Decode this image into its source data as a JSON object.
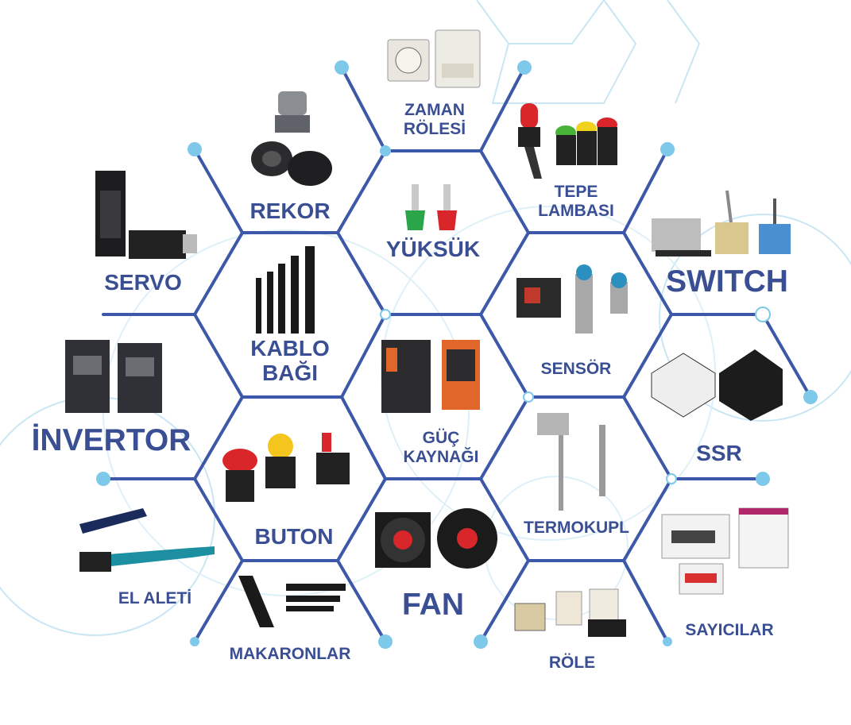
{
  "labels": {
    "zaman_rolesi": [
      "ZAMAN",
      "RÖLESİ"
    ],
    "tepe_lambasi": [
      "TEPE",
      "LAMBASI"
    ],
    "rekor": "REKOR",
    "yuksuk": "YÜKSÜK",
    "servo": "SERVO",
    "switch": "SWITCH",
    "kablo_bagi": [
      "KABLO",
      "BAĞI"
    ],
    "sensor": "SENSÖR",
    "invertor": "İNVERTOR",
    "guc_kaynagi": [
      "GÜÇ",
      "KAYNAĞI"
    ],
    "ssr": "SSR",
    "buton": "BUTON",
    "termokupl": "TERMOKUPL",
    "el_aleti": "EL ALETİ",
    "fan": "FAN",
    "sayicilar": "SAYICILAR",
    "makaronlar": "MAKARONLAR",
    "role": "RÖLE"
  },
  "colors": {
    "label": "#3a4f93",
    "hex_line": "#3d58a8",
    "node": "#7ec8ea",
    "faint_line": "#c9e6f4"
  },
  "icons": [
    "timer-relay-icon",
    "stack-light-icon",
    "cable-gland-icon",
    "ferrule-icon",
    "servo-drive-icon",
    "limit-switch-icon",
    "cable-tie-icon",
    "sensor-icon",
    "inverter-icon",
    "power-supply-icon",
    "ssr-icon",
    "push-button-icon",
    "thermocouple-icon",
    "crimping-tool-icon",
    "fan-icon",
    "counter-icon",
    "heat-shrink-icon",
    "relay-icon"
  ]
}
